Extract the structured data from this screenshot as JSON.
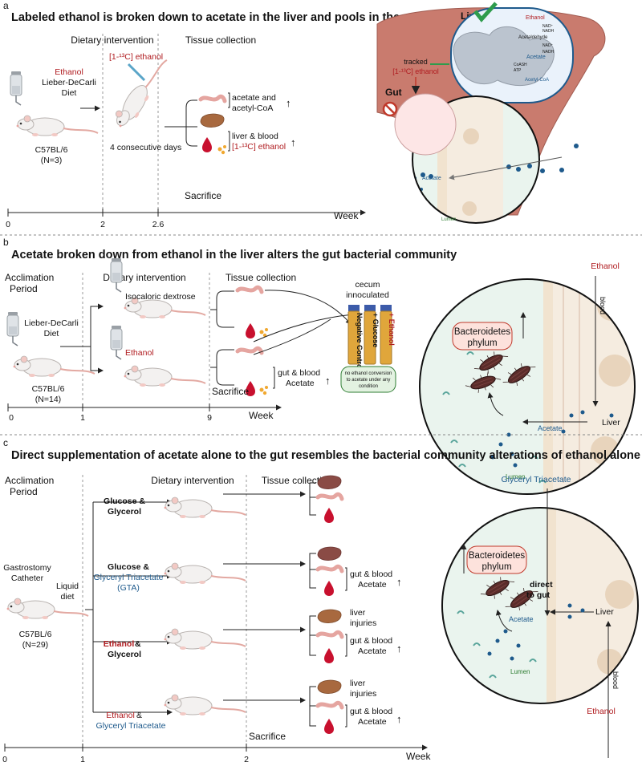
{
  "colors": {
    "red": "#b01c20",
    "blue": "#1e5a8c",
    "liver": "#c97b6e",
    "gut_bg": "#e9f3ec",
    "stomach": "#fde6e6",
    "bacteria": "#5b2c2a",
    "cylinder": "#e0a63b"
  },
  "panel_a": {
    "letter": "a",
    "title": "Labeled ethanol is broken down to acetate in the liver and pools in the gut",
    "header_diet": "Dietary intervention",
    "header_tissue": "Tissue collection",
    "diet_label_1": "Ethanol",
    "diet_label_2": "Lieber-DeCarli",
    "diet_label_3": "Diet",
    "strain": "C57BL/6",
    "n": "(N=3)",
    "tracer": "[1-¹³C] ethanol",
    "duration": "4 consecutive days",
    "out1_l1": "acetate and",
    "out1_l2": "acetyl-CoA",
    "out2_l1": "liver & blood",
    "out2_l2": "[1-¹³C] ethanol",
    "sacrifice": "Sacrifice",
    "axis_label": "Week",
    "ticks": [
      "0",
      "2",
      "2.6"
    ],
    "inset_liver": "Liver",
    "inset_tracked_1": "tracked",
    "inset_tracked_2": "[1-¹³C] ethanol",
    "inset_gut": "Gut",
    "inset_acetate": "Acetate",
    "inset_lumen": "Lumen",
    "mito": {
      "ethanol": "Ethanol",
      "nad1": "NAD⁺",
      "nadh1": "NADH",
      "acetaldehyde": "Acetaldehyde",
      "nad2": "NAD⁺",
      "nadh2": "NADH",
      "acetate": "Acetate",
      "coash": "CoASH",
      "atp": "ATP",
      "acetylcoa": "Acetyl-CoA"
    }
  },
  "panel_b": {
    "letter": "b",
    "title": "Acetate broken down from ethanol in the liver alters the gut bacterial community",
    "acclimation_1": "Acclimation",
    "acclimation_2": "Period",
    "header_diet": "Dietary intervention",
    "header_tissue": "Tissue collection",
    "diet_1": "Lieber-DeCarli",
    "diet_2": "Diet",
    "strain": "C57BL/6",
    "n": "(N=14)",
    "arm1": "Isocaloric dextrose",
    "arm2": "Ethanol",
    "cecum_1": "cecum",
    "cecum_2": "innoculated",
    "tube1": "Negative Control",
    "tube2": "+ Glucose",
    "tube3": "+ Ethanol",
    "note_1": "no ethanol conversion",
    "note_2": "to acetate under any",
    "note_3": "condition",
    "out_l1": "gut & blood",
    "out_l2": "Acetate",
    "sacrifice": "Sacrifice",
    "axis_label": "Week",
    "ticks": [
      "0",
      "1",
      "9"
    ],
    "inset_ethanol": "Ethanol",
    "inset_blood": "blood",
    "inset_bact_1": "Bacteroidetes",
    "inset_bact_2": "phylum",
    "inset_acetate": "Acetate",
    "inset_liver": "Liver",
    "inset_lumen": "Lumen"
  },
  "panel_c": {
    "letter": "c",
    "title": "Direct supplementation of acetate alone to the gut resembles the bacterial community alterations of ethanol alone",
    "acclimation_1": "Acclimation",
    "acclimation_2": "Period",
    "header_diet": "Dietary intervention",
    "header_tissue": "Tissue collection",
    "gastro_1": "Gastrostomy",
    "gastro_2": "Catheter",
    "liquid_1": "Liquid",
    "liquid_2": "diet",
    "strain": "C57BL/6",
    "n": "(N=29)",
    "g1_l1": "Glucose &",
    "g1_l2": "Glycerol",
    "g2_l1": "Glucose &",
    "g2_l2": "Glyceryl Triacetate",
    "g2_l3": "(GTA)",
    "g3_l1": "Ethanol",
    "g3_l1b": " &",
    "g3_l2": "Glycerol",
    "g4_l1": "Ethanol",
    "g4_l1b": " &",
    "g4_l2": "Glyceryl Triacetate",
    "gb_l1": "gut & blood",
    "gb_l2": "Acetate",
    "li_l1": "liver",
    "li_l2": "injuries",
    "sacrifice": "Sacrifice",
    "axis_label": "Week",
    "ticks": [
      "0",
      "1",
      "2"
    ],
    "inset_gta": "Glyceryl Triacetate",
    "inset_bact_1": "Bacteroidetes",
    "inset_bact_2": "phylum",
    "inset_direct_1": "direct",
    "inset_direct_2": "to gut",
    "inset_acetate": "Acetate",
    "inset_liver": "Liver",
    "inset_lumen": "Lumen",
    "inset_blood": "blood",
    "inset_ethanol": "Ethanol"
  }
}
